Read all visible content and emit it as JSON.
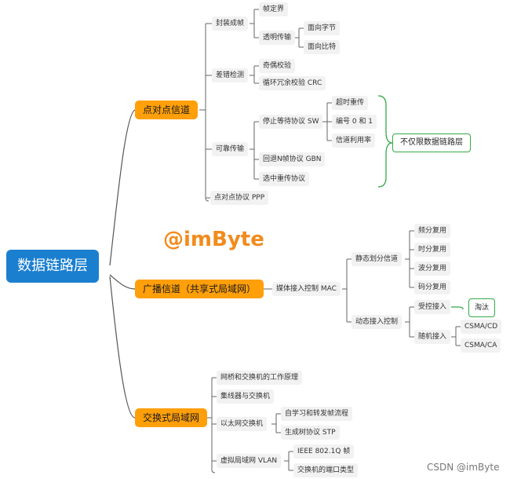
{
  "root": "数据链路层",
  "branches": {
    "p2p": "点对点信道",
    "broadcast": "广播信道（共享式局域网）",
    "switched": "交换式局域网"
  },
  "p2p": {
    "encap": "封装成帧",
    "frame_delim": "帧定界",
    "transparent": "透明传输",
    "byte": "面向字节",
    "bit": "面向比特",
    "error": "差错检测",
    "parity": "奇偶校验",
    "crc": "循环冗余校验 CRC",
    "reliable": "可靠传输",
    "sw": "停止等待协议 SW",
    "timeout": "超时重传",
    "numbering": "编号 0 和 1",
    "util": "信道利用率",
    "gbn": "回退N帧协议 GBN",
    "sr": "选中重传协议",
    "ppp": "点对点协议 PPP",
    "note": "不仅限数据链路层"
  },
  "broadcast": {
    "mac": "媒体接入控制 MAC",
    "static": "静态划分信道",
    "fdm": "频分复用",
    "tdm": "时分复用",
    "wdm": "波分复用",
    "cdm": "码分复用",
    "dynamic": "动态接入控制",
    "controlled": "受控接入",
    "obsolete": "淘汰",
    "random": "随机接入",
    "csmacd": "CSMA/CD",
    "csmaca": "CSMA/CA"
  },
  "switched": {
    "bridge": "网桥和交换机的工作原理",
    "hub": "集线器与交换机",
    "eth": "以太网交换机",
    "learn": "自学习和转发帧流程",
    "stp": "生成树协议 STP",
    "vlan": "虚拟局域网 VLAN",
    "ieee": "IEEE 802.1Q 帧",
    "port": "交换机的端口类型"
  },
  "watermark": "@imByte",
  "credit": "CSDN @imByte",
  "colors": {
    "root": "#1b7fd0",
    "branch": "#ff9f0a",
    "leaf": "#f2f2f2",
    "note_line": "#35a84a",
    "watermark": "#f28b1c",
    "line": "#555555"
  }
}
